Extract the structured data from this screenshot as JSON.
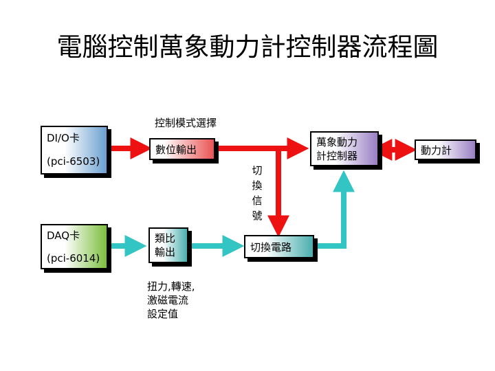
{
  "title": "電腦控制萬象動力計控制器流程圖",
  "boxes": {
    "dio_card": {
      "line1": "DI/O卡",
      "line2": "(pci-6503)"
    },
    "daq_card": {
      "line1": "DAQ卡",
      "line2": "(pci-6014)"
    },
    "digital_output": "數位輸出",
    "analog_output": [
      "類比",
      "輸出"
    ],
    "switch_circuit": "切換電路",
    "controller": [
      "萬象動力",
      "計控制器"
    ],
    "dynamometer": "動力計"
  },
  "labels": {
    "control_mode": "控制模式選擇",
    "switch_signal": [
      "切",
      "換",
      "信",
      "號"
    ],
    "setpoints": [
      "扭力,轉速,",
      "激磁電流",
      "設定值"
    ]
  },
  "colors": {
    "red_arrow": "#ee1111",
    "cyan_arrow": "#33c4c4",
    "dio_fill": "#6a9fd0",
    "daq_fill": "#7bbe3d",
    "digital_fill": "#e85555",
    "analog_fill": "#4aaeae",
    "switch_fill": "#4aaeae",
    "controller_fill": "#9a7fc4",
    "dyno_fill": "#9a7fc4"
  }
}
